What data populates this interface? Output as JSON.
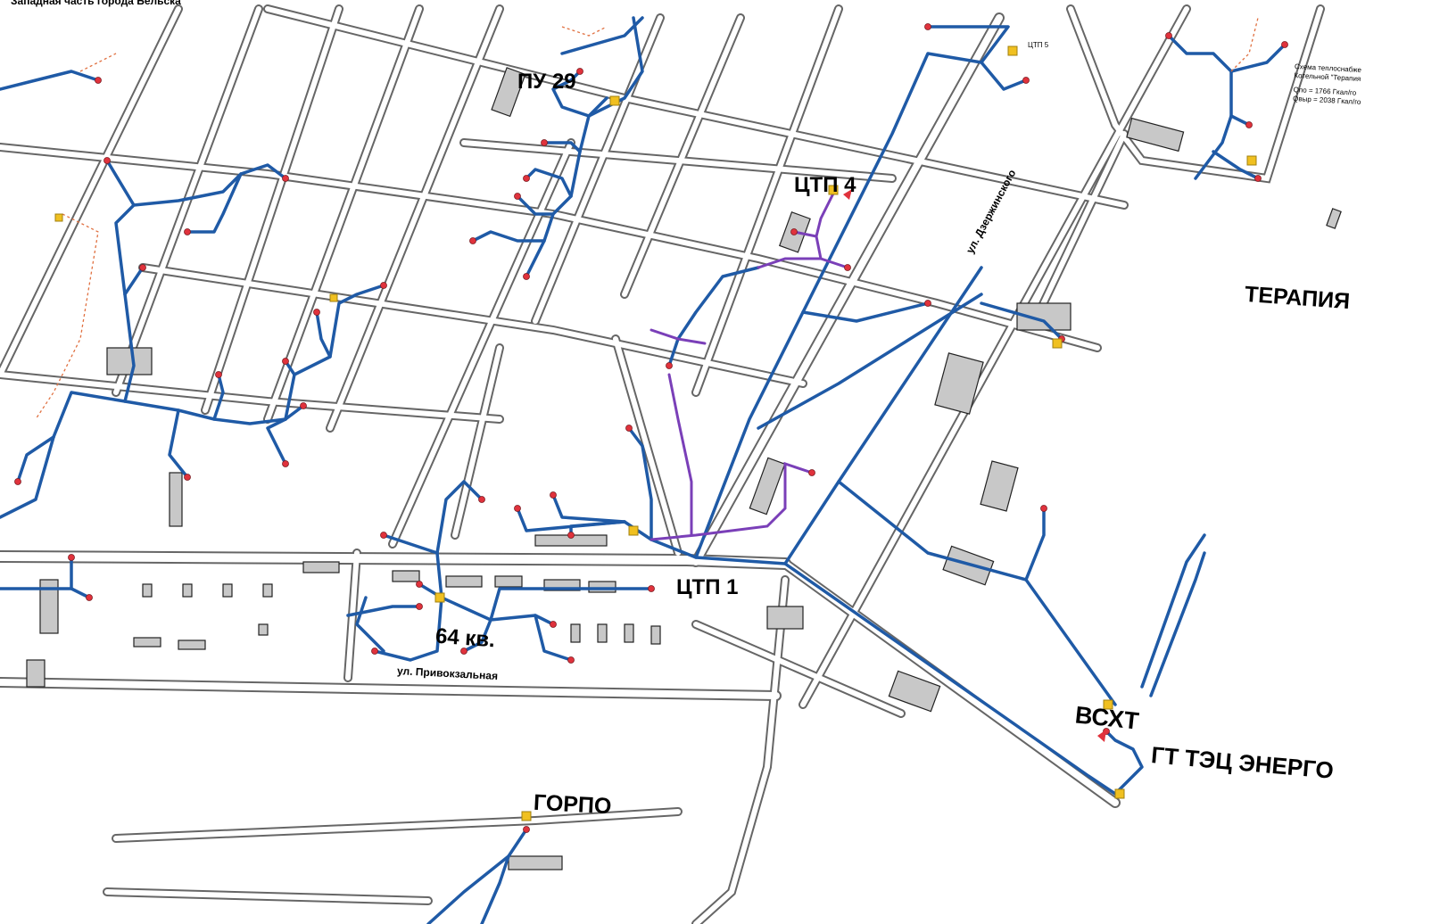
{
  "title": "Западная часть города Бельска",
  "legend": {
    "line1": "Схема теплоснабже",
    "line2": "Котельной \"Терапия",
    "line3": "Qпо    = 1766 Гкал/го",
    "line4": "Qвыр = 2038 Гкал/го"
  },
  "labels": {
    "pu29": "ПУ 29",
    "ctp4": "ЦТП 4",
    "ctp5": "ЦТП 5",
    "ctp1": "ЦТП 1",
    "kv64": "64 кв.",
    "terapiya": "ТЕРАПИЯ",
    "vsht": "ВСХТ",
    "gt_tec": "ГТ ТЭЦ ЭНЕРГО",
    "gorpo": "ГОРПО"
  },
  "streets": {
    "dzerzhinskogo": "ул. Дзержинского",
    "privokzalnaya": "ул. Привокзальная"
  },
  "colors": {
    "pipe": "#1f5aa6",
    "pipe_purple": "#7a3fb8",
    "road": "#666666",
    "building": "#c8c8c8",
    "node": "#e0323c",
    "station": "#f0c020"
  }
}
